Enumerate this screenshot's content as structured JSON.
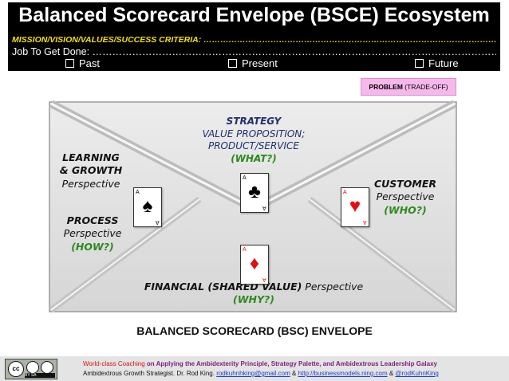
{
  "header": {
    "title": "Balanced Scorecard Envelope (BSCE) Ecosystem",
    "mission_label": "MISSION/VISION/VALUES/SUCCESS CRITERIA: ……………………………………………………………………………………………………",
    "jtbd_label": "Job To Get Done: ………………………………………………………………………………………………………………………………………",
    "options": [
      "Past",
      "Present",
      "Future"
    ]
  },
  "problem": {
    "label": "PROBLEM",
    "note": "(TRADE-OFF)"
  },
  "envelope": {
    "strategy": {
      "heading": "STRATEGY",
      "line1": "VALUE PROPOSITION;",
      "line2": "PRODUCT/SERVICE",
      "question": "(WHAT?)"
    },
    "learning": {
      "line1": "LEARNING",
      "line2": "& GROWTH",
      "perspective": "Perspective"
    },
    "process": {
      "heading": "PROCESS",
      "perspective": "Perspective",
      "question": "(HOW?)"
    },
    "customer": {
      "heading": "CUSTOMER",
      "perspective": "Perspective",
      "question": "(WHO?)"
    },
    "financial": {
      "heading": "FINANCIAL (SHARED VALUE)",
      "perspective": "Perspective",
      "question": "(WHY?)"
    },
    "cards": [
      {
        "suit": "♠",
        "rank": "A",
        "color": "#111111"
      },
      {
        "suit": "♣",
        "rank": "A",
        "color": "#111111"
      },
      {
        "suit": "♥",
        "rank": "A",
        "color": "#e01010"
      },
      {
        "suit": "♦",
        "rank": "A",
        "color": "#e01010"
      }
    ]
  },
  "caption": "BALANCED SCORECARD (BSC) ENVELOPE",
  "footer": {
    "cc": {
      "mark": "cc",
      "bar": "BY SA"
    },
    "line1_prefix": "World-class Coaching ",
    "line1_bold": "on Applying the Ambidexterity Principle, Strategy Palette, and Ambidextrous Leadership Galaxy",
    "line2_prefix": "Ambidextrous Growth Strategist. Dr. Rod King. ",
    "email": "rodkuhnhking@gmail.com",
    "amp1": " & ",
    "site": "http://businessmodels.ning.com",
    "amp2": " & ",
    "twitter": "@rodKuhnKing"
  }
}
